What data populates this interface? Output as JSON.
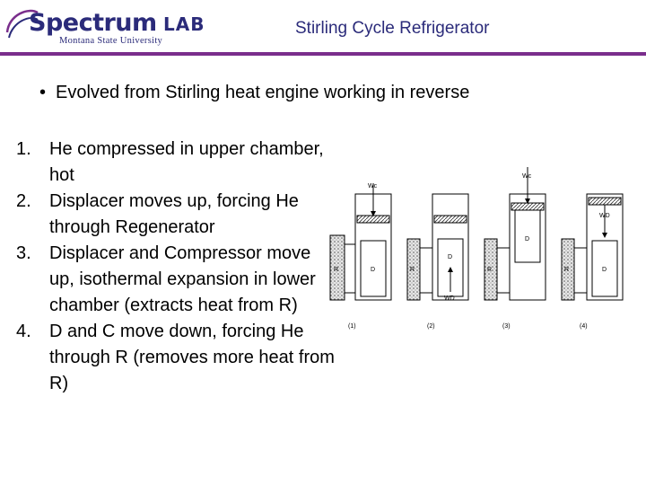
{
  "header": {
    "logo": {
      "word": "Spectrum",
      "lab": "LAB",
      "subtitle": "Montana State University"
    },
    "title": "Stirling Cycle Refrigerator"
  },
  "bullet": "Evolved from Stirling heat engine working in reverse",
  "steps": [
    {
      "num": "1.",
      "text": "He compressed in upper chamber, hot"
    },
    {
      "num": "2.",
      "text": "Displacer moves up, forcing He through Regenerator"
    },
    {
      "num": "3.",
      "text": "Displacer and Compressor move up, isothermal expansion in lower chamber (extracts heat from R)"
    },
    {
      "num": "4.",
      "text": "D and C move down, forcing He through R (removes more heat from R)"
    }
  ],
  "diagram": {
    "stage_labels": [
      "(1)",
      "(2)",
      "(3)",
      "(4)"
    ],
    "regenerator_label": "R",
    "displacer_label": "D",
    "work_c_label": "Wc",
    "work_d_label": "WD"
  },
  "colors": {
    "title": "#2b2b7a",
    "rule": "#7a2e8c"
  }
}
